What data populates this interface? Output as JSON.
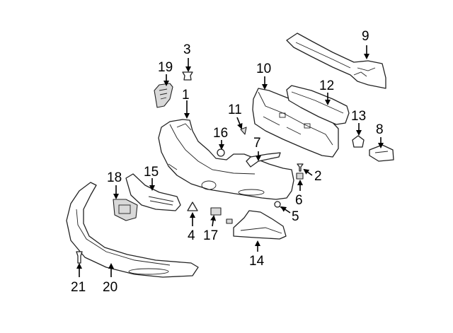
{
  "callouts": {
    "c1": "1",
    "c2": "2",
    "c3": "3",
    "c4": "4",
    "c5": "5",
    "c6": "6",
    "c7": "7",
    "c8": "8",
    "c9": "9",
    "c10": "10",
    "c11": "11",
    "c12": "12",
    "c13": "13",
    "c14": "14",
    "c15": "15",
    "c16": "16",
    "c17": "17",
    "c18": "18",
    "c19": "19",
    "c20": "20",
    "c21": "21"
  },
  "colors": {
    "line": "#222222",
    "shade": "#d9d9d9",
    "background": "#ffffff"
  }
}
